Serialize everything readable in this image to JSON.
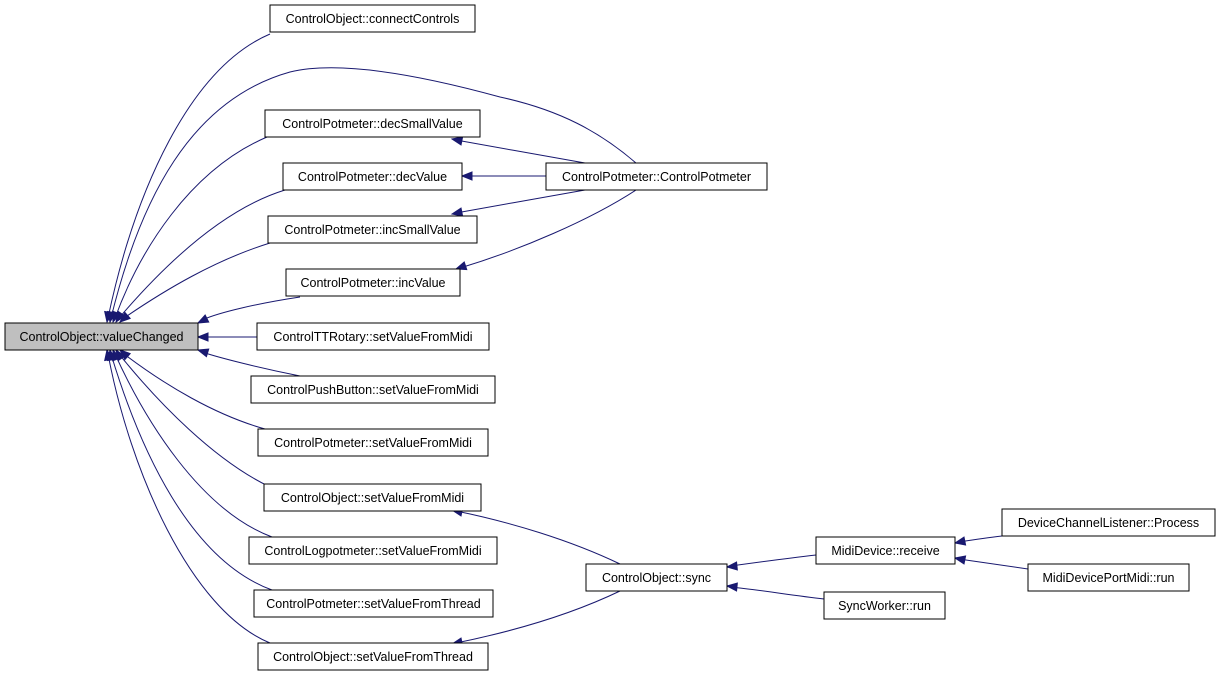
{
  "colors": {
    "edge": "#191970",
    "root_fill": "#bfbfbf",
    "node_fill": "#ffffff",
    "node_stroke": "#000000"
  },
  "nodes": [
    {
      "id": "valueChanged",
      "label": "ControlObject::valueChanged",
      "root": true
    },
    {
      "id": "connectControls",
      "label": "ControlObject::connectControls"
    },
    {
      "id": "decSmallValue",
      "label": "ControlPotmeter::decSmallValue"
    },
    {
      "id": "decValue",
      "label": "ControlPotmeter::decValue"
    },
    {
      "id": "incSmallValue",
      "label": "ControlPotmeter::incSmallValue"
    },
    {
      "id": "incValue",
      "label": "ControlPotmeter::incValue"
    },
    {
      "id": "ctorPotmeter",
      "label": "ControlPotmeter::ControlPotmeter"
    },
    {
      "id": "ttRotarySVFM",
      "label": "ControlTTRotary::setValueFromMidi"
    },
    {
      "id": "pushButtonSVFM",
      "label": "ControlPushButton::setValueFromMidi"
    },
    {
      "id": "potmeterSVFM",
      "label": "ControlPotmeter::setValueFromMidi"
    },
    {
      "id": "objectSVFM",
      "label": "ControlObject::setValueFromMidi"
    },
    {
      "id": "logpotSVFM",
      "label": "ControlLogpotmeter::setValueFromMidi"
    },
    {
      "id": "potmeterSVFT",
      "label": "ControlPotmeter::setValueFromThread"
    },
    {
      "id": "objectSVFT",
      "label": "ControlObject::setValueFromThread"
    },
    {
      "id": "sync",
      "label": "ControlObject::sync"
    },
    {
      "id": "midiReceive",
      "label": "MidiDevice::receive"
    },
    {
      "id": "syncWorkerRun",
      "label": "SyncWorker::run"
    },
    {
      "id": "dclProcess",
      "label": "DeviceChannelListener::Process"
    },
    {
      "id": "portMidiRun",
      "label": "MidiDevicePortMidi::run"
    }
  ]
}
